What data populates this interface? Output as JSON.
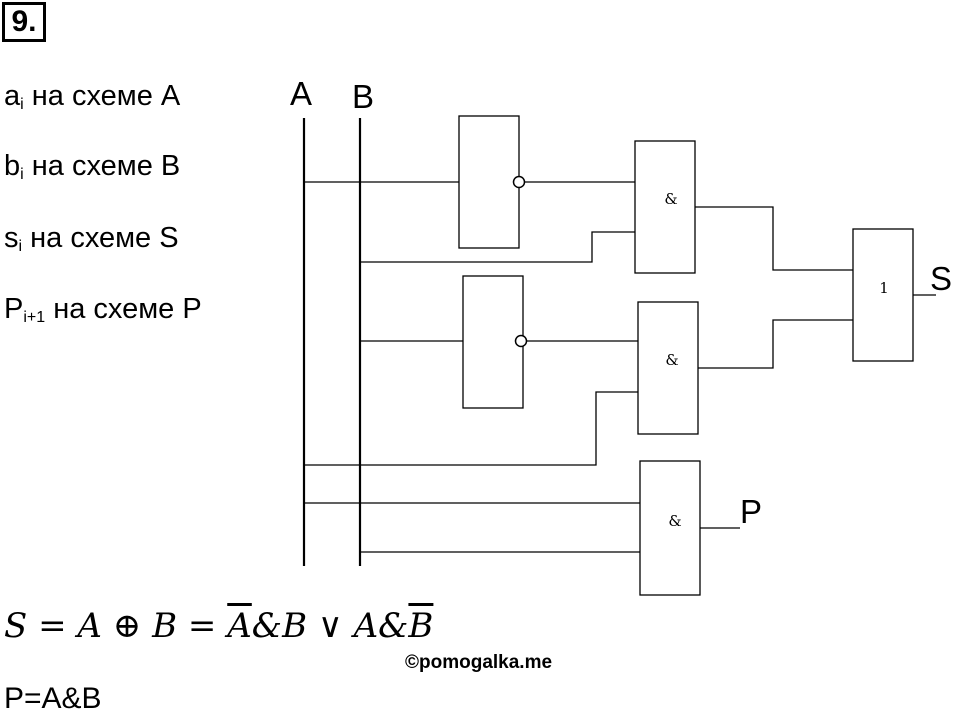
{
  "task_number": "9.",
  "mapping": [
    {
      "var": "a",
      "sub": "i",
      "text": " на схеме A"
    },
    {
      "var": "b",
      "sub": "i",
      "text": " на схеме B"
    },
    {
      "var": "s",
      "sub": "i",
      "text": " на схеме S"
    },
    {
      "var": "P",
      "sub": "i+1",
      "text": " на схеме P"
    }
  ],
  "diagram": {
    "input_a": "A",
    "input_b": "B",
    "gates": {
      "not_top": "",
      "and_top": "&",
      "not_bottom": "",
      "and_bottom": "&",
      "or": "1",
      "and_carry": "&"
    },
    "output_s": "S",
    "output_p": "P"
  },
  "formula_s": {
    "lhs": "S",
    "eq": "=",
    "a": "A",
    "xor": "⊕",
    "b": "B",
    "eq2": "=",
    "abar": "A",
    "and1": "&",
    "b1": "B",
    "or": "∨",
    "a2": "A",
    "and2": "&",
    "bbar": "B"
  },
  "credit": "©pomogalka.me",
  "formula_p": "P=A&B"
}
